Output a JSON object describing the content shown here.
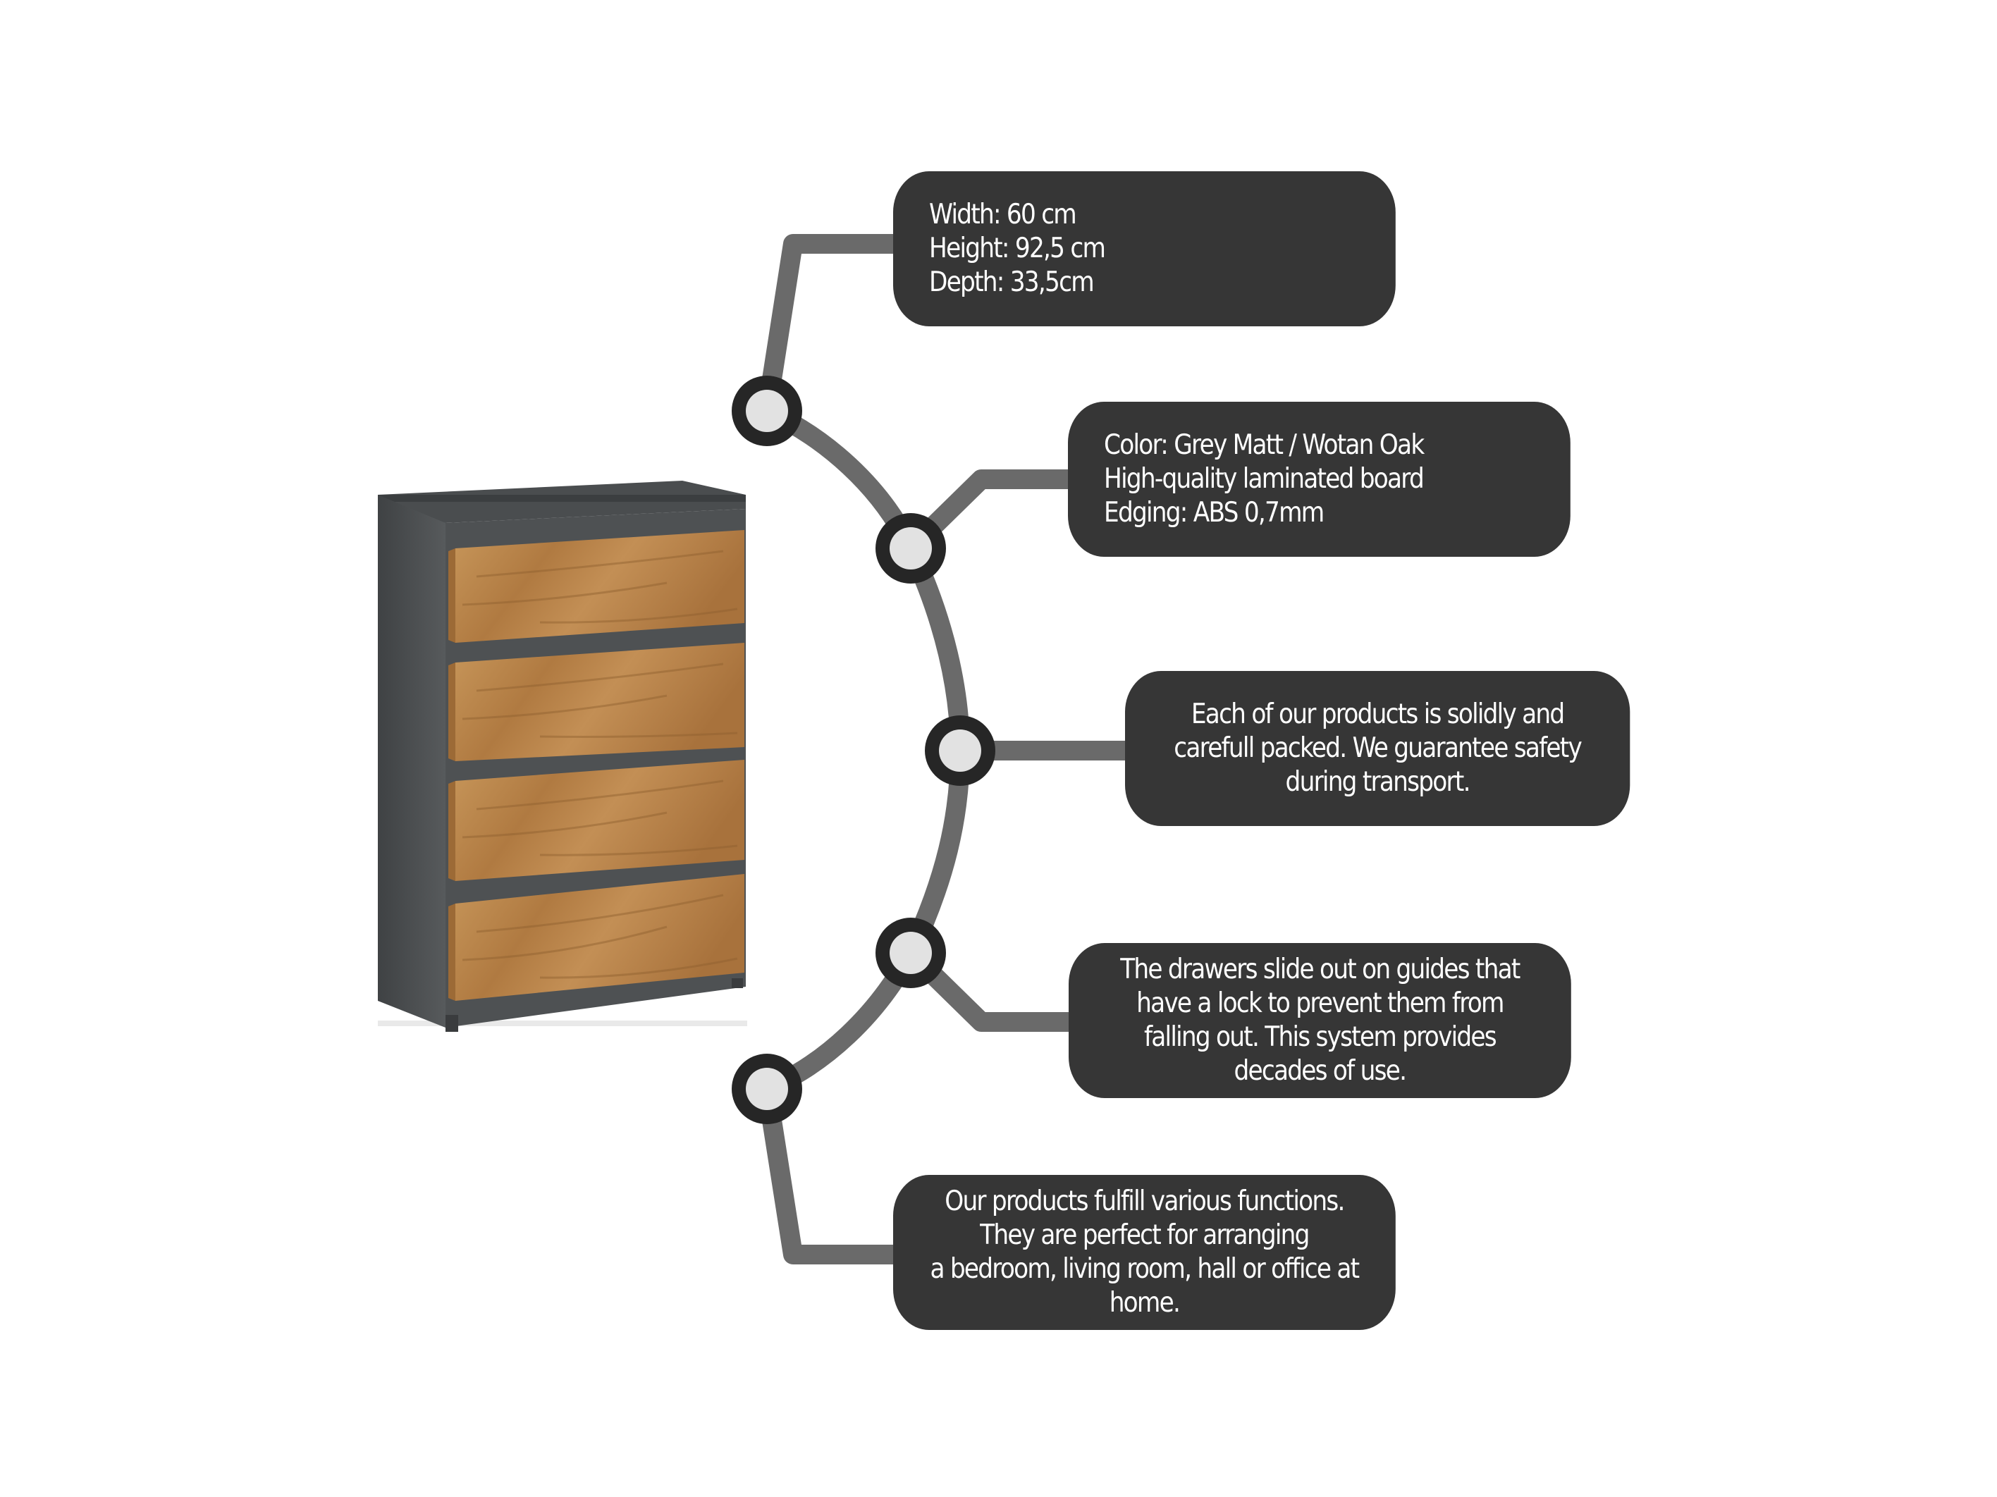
{
  "colors": {
    "background": "#ffffff",
    "callout_fill": "#363636",
    "callout_text": "#ffffff",
    "connector": "#6a6a6a",
    "node_ring": "#262626",
    "node_center": "#e2e2e2",
    "cabinet_body": "#4e5153",
    "drawer_oak": "#b9864b"
  },
  "callouts": [
    {
      "lines": [
        "Width: 60 cm",
        "Height: 92,5 cm",
        "Depth: 33,5cm"
      ]
    },
    {
      "lines": [
        "Color: Grey Matt / Wotan Oak",
        "High-quality laminated board",
        "Edging: ABS 0,7mm"
      ]
    },
    {
      "lines": [
        "Each of our products is solidly and",
        "carefull packed. We guarantee safety",
        "during transport."
      ]
    },
    {
      "lines": [
        "The drawers slide out on guides that",
        "have a lock to prevent them from",
        "falling out. This system provides",
        "decades of use."
      ]
    },
    {
      "lines": [
        "Our products fulfill various functions.",
        "They are perfect for arranging",
        "a bedroom, living room, hall or office at",
        "home."
      ]
    }
  ],
  "product": {
    "drawer_count": 4,
    "icon": "chest-of-drawers-icon"
  }
}
